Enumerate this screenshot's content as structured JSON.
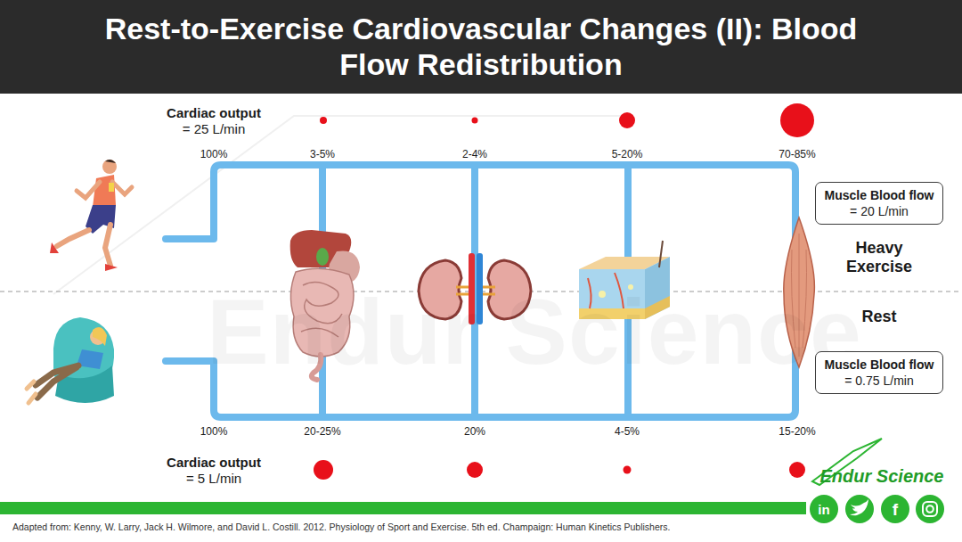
{
  "diagram": {
    "title": "Rest-to-Exercise Cardiovascular Changes (II): Blood Flow Redistribution",
    "caption": "Adapted from: Kenny, W. Larry, Jack H. Wilmore, and David L. Costill. 2012. Physiology of Sport and Exercise. 5th ed. Champaign: Human Kinetics Publishers.",
    "nodes": [
      {
        "text": [
          "Muscle Blood flow",
          "= 20 L/min"
        ]
      },
      {
        "text": [
          "Muscle Blood flow",
          "= 0.75 L/min"
        ]
      }
    ],
    "labels": [
      "Cardiac output",
      "= 25 L/min",
      "100%",
      "3-5%",
      "2-4%",
      "5-20%",
      "70-85%",
      "Heavy Exercise",
      "Rest",
      "100%",
      "20-25%",
      "20%",
      "4-5%",
      "15-20%",
      "Cardiac output",
      "= 5 L/min",
      "Endur Science",
      "Endur Science",
      "in",
      "f"
    ]
  }
}
